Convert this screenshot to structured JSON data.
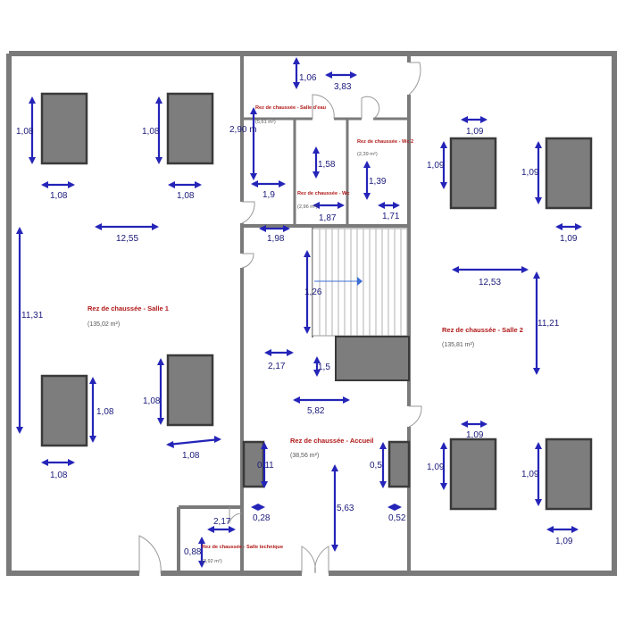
{
  "colors": {
    "wall": "#7a7a7a",
    "pillar_fill": "#7d7d7d",
    "pillar_border": "#3a3a3a",
    "dimension": "#2424b8",
    "room_label": "#b01818",
    "area_label": "#555555"
  },
  "rooms": {
    "salle1": {
      "name": "Rez de chaussée - Salle 1",
      "area": "(135,02 m²)"
    },
    "salle2": {
      "name": "Rez de chaussée - Salle 2",
      "area": "(135,81 m²)"
    },
    "accueil": {
      "name": "Rez de chaussée - Accueil",
      "area": "(38,56 m²)"
    },
    "salle_eau": {
      "name": "Rez de chaussée - Salle d'eau",
      "area": "(5,61 m²)"
    },
    "wc": {
      "name": "Rez de chaussée - Wc",
      "area": "(2,96 m²)"
    },
    "wc2": {
      "name": "Rez de chaussée - Wc 2",
      "area": "(2,39 m²)"
    },
    "technique": {
      "name": "Rez de chaussée - Salle technique",
      "area": "(3,92 m²)"
    }
  },
  "dimensions": {
    "salle1_pillar_tl_h": "1,08",
    "salle1_pillar_tl_w": "1,08",
    "salle1_pillar_tr_h": "1,08",
    "salle1_pillar_tr_w": "1,08",
    "salle1_width": "12,55",
    "salle1_height": "11,31",
    "salle1_pillar_bl_h": "1,08",
    "salle1_pillar_bl_w": "1,08",
    "salle1_pillar_br_h": "1,08",
    "salle1_pillar_br_w": "1,08",
    "salle_eau_h": "1,06",
    "salle_eau_w": "3,83",
    "salle_eau_depth": "2,90 m",
    "salle_eau_door": "1,9",
    "wc_h": "1,58",
    "wc_w": "1,87",
    "wc2_h": "1,39",
    "wc2_w": "1,71",
    "hall_w": "1,98",
    "stair_h": "1,26",
    "hall_side": "2,17",
    "hall_small": "1,5",
    "accueil_w": "5,82",
    "accueil_h": "5,63",
    "accueil_left_pillar": "0,11",
    "accueil_right_pillar": "0,5",
    "accueil_door_left": "0,28",
    "accueil_door_right": "0,52",
    "technique_w": "2,17",
    "technique_h": "0,88",
    "salle2_pillar_tl_w": "1,09",
    "salle2_pillar_tl_h": "1,09",
    "salle2_pillar_tr_h": "1,09",
    "salle2_pillar_tr_w": "1,09",
    "salle2_width": "12,53",
    "salle2_height": "11,21",
    "salle2_pillar_bl_w": "1,09",
    "salle2_pillar_bl_h": "1,09",
    "salle2_pillar_br_h": "1,09",
    "salle2_pillar_br_w": "1,09"
  }
}
